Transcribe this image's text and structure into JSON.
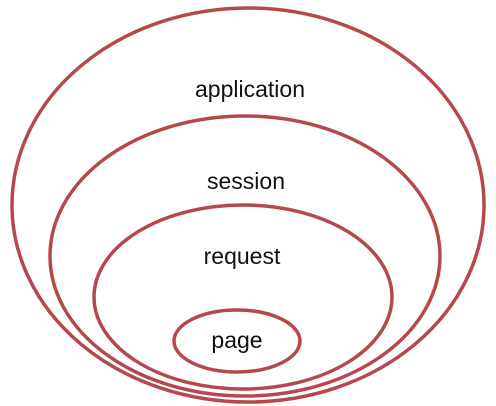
{
  "diagram": {
    "stroke_color": "#b5484c",
    "scopes": [
      {
        "label": "application"
      },
      {
        "label": "session"
      },
      {
        "label": "request"
      },
      {
        "label": "page"
      }
    ]
  }
}
